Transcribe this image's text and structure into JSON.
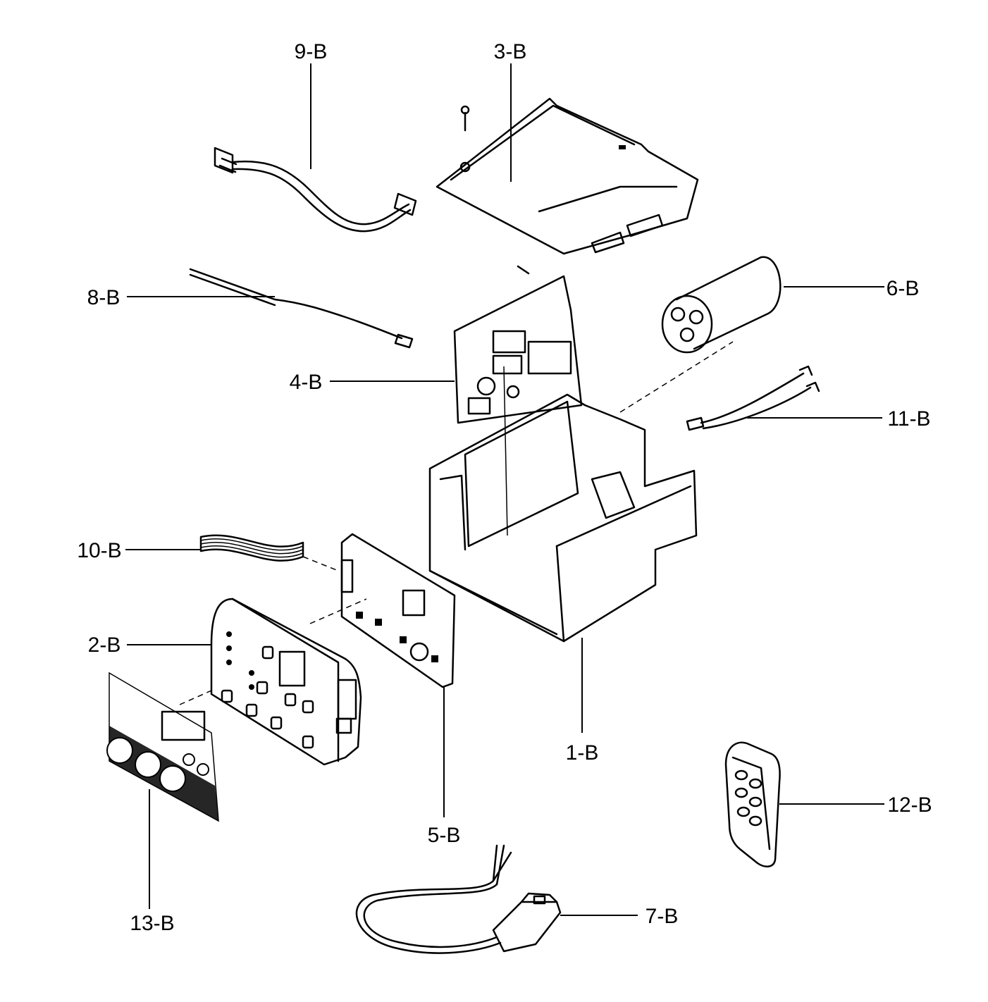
{
  "labels": {
    "p1": "1-B",
    "p2": "2-B",
    "p3": "3-B",
    "p4": "4-B",
    "p5": "5-B",
    "p6": "6-B",
    "p7": "7-B",
    "p8": "8-B",
    "p9": "9-B",
    "p10": "10-B",
    "p11": "11-B",
    "p12": "12-B",
    "p13": "13-B"
  }
}
